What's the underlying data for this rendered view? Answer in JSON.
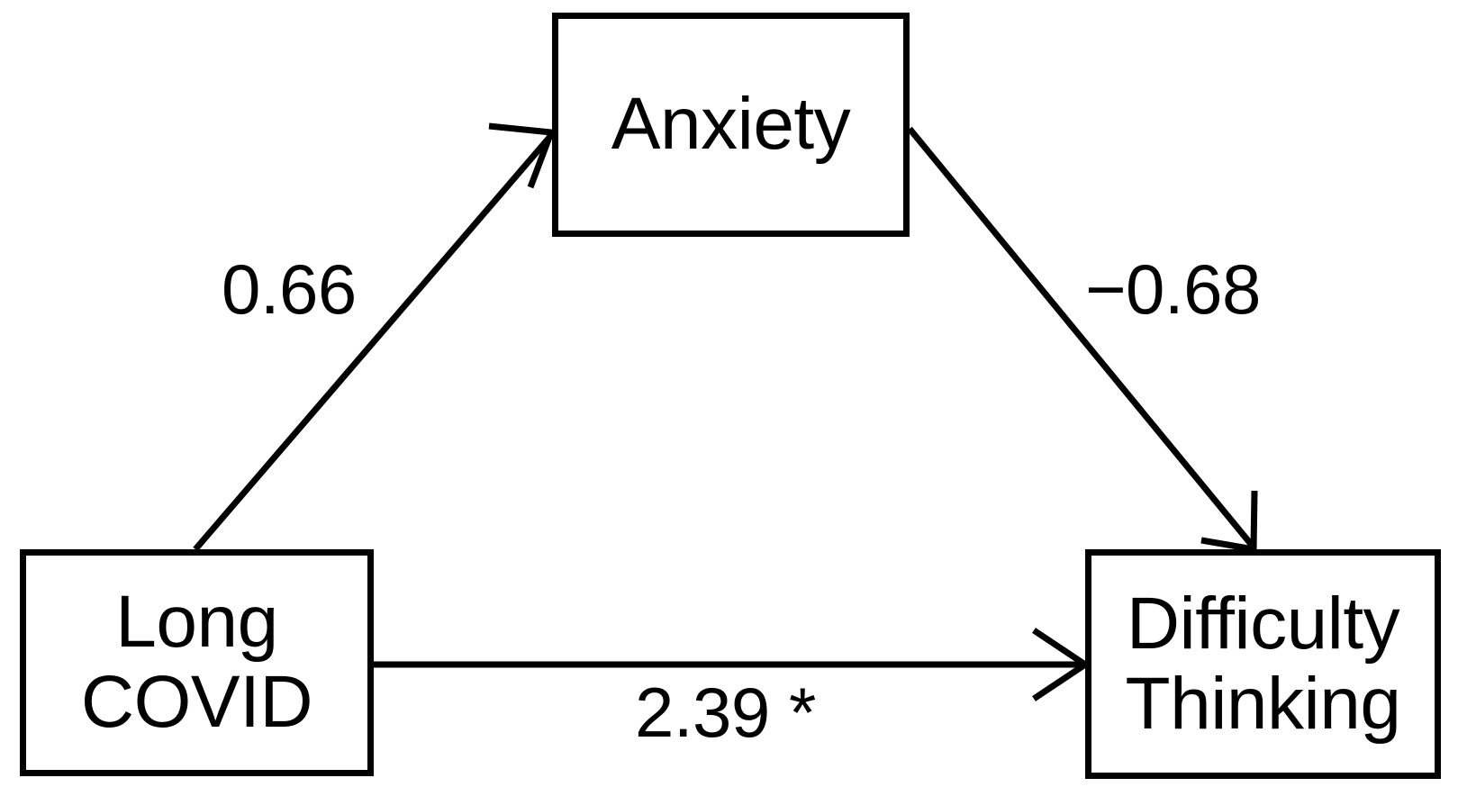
{
  "diagram": {
    "type": "mediation-path-diagram",
    "background_color": "#ffffff",
    "line_color": "#000000",
    "nodes": [
      {
        "id": "anxiety",
        "label": "Anxiety",
        "lines": [
          "Anxiety"
        ],
        "role": "mediator",
        "position": "top-center"
      },
      {
        "id": "long_covid",
        "label": "Long COVID",
        "lines": [
          "Long",
          "COVID"
        ],
        "role": "predictor",
        "position": "bottom-left"
      },
      {
        "id": "difficulty_thinking",
        "label": "Difficulty Thinking",
        "lines": [
          "Difficulty",
          "Thinking"
        ],
        "role": "outcome",
        "position": "bottom-right"
      }
    ],
    "edges": [
      {
        "id": "path-a",
        "from": "long_covid",
        "to": "anxiety",
        "coefficient": "0.66",
        "significant": false
      },
      {
        "id": "path-b",
        "from": "anxiety",
        "to": "difficulty_thinking",
        "coefficient": "−0.68",
        "significant": false
      },
      {
        "id": "path-c",
        "from": "long_covid",
        "to": "difficulty_thinking",
        "coefficient": "2.39 *",
        "significant": true
      }
    ]
  }
}
